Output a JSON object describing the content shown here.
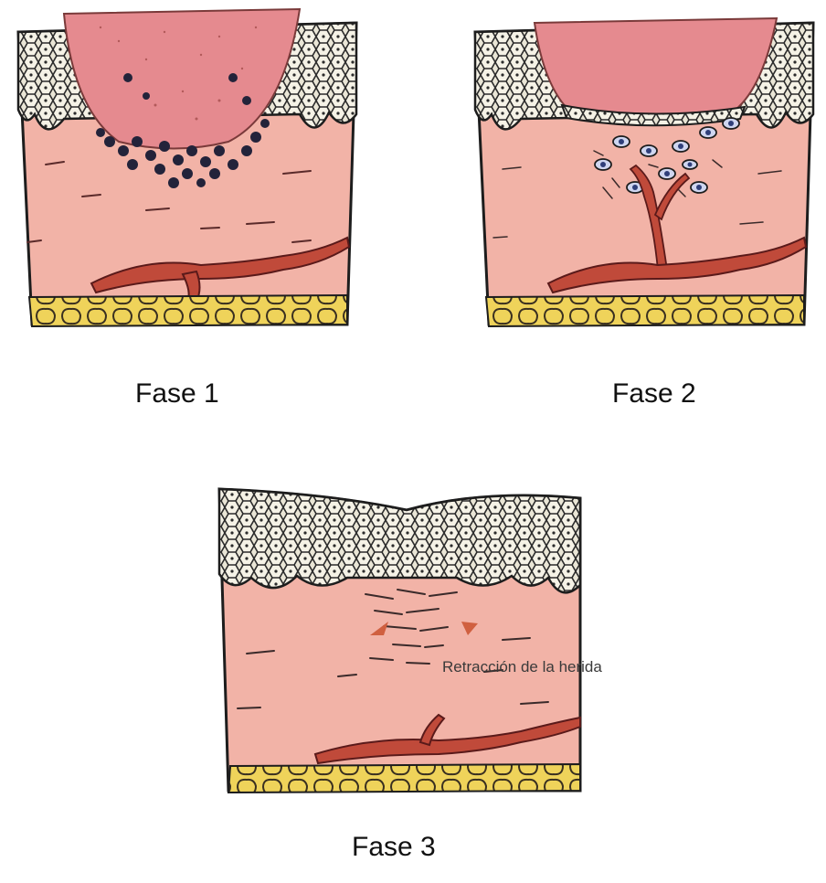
{
  "figure": {
    "panels": [
      {
        "id": "phase-1",
        "caption": "Fase 1"
      },
      {
        "id": "phase-2",
        "caption": "Fase 2"
      },
      {
        "id": "phase-3",
        "caption": "Fase 3",
        "annotation": "Retracción de la herida"
      }
    ],
    "colors": {
      "dermis": "#f2b3a7",
      "dermis_dark": "#e59c8f",
      "clot": "#e58a8f",
      "epidermis_fill": "#eae6d6",
      "cell_line": "#2b2b2b",
      "fat": "#efd35a",
      "vessel": "#c04a3a",
      "inflammatory_cell": "#23233a",
      "fibroblast_nucleus": "#2f3f7a",
      "contraction_arrow": "#d06040"
    }
  }
}
